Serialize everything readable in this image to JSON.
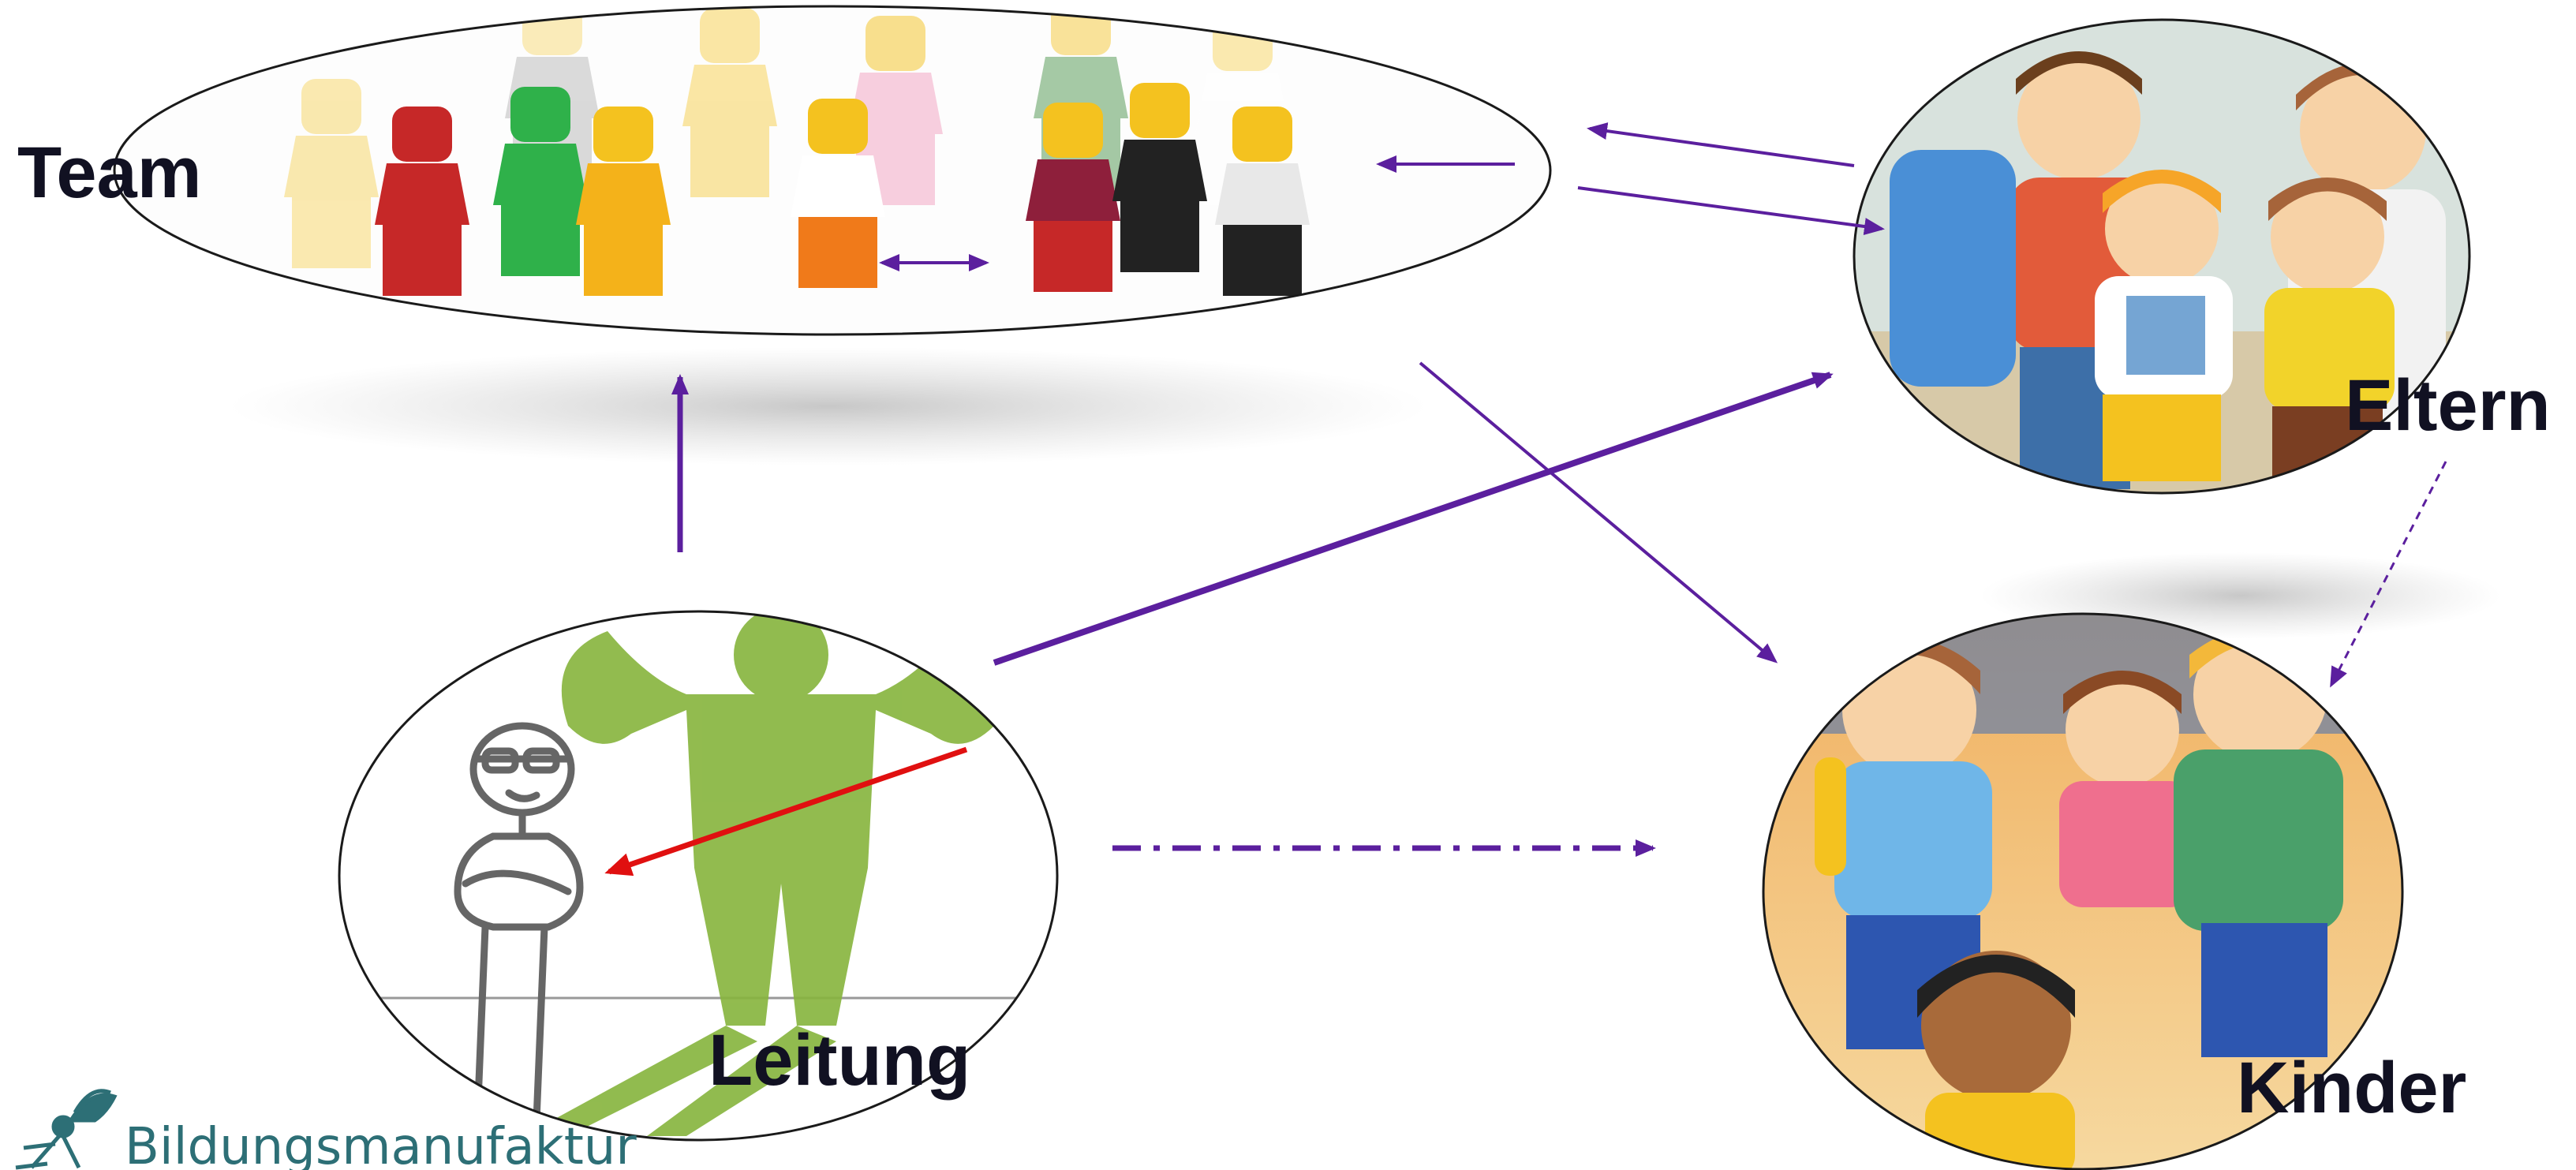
{
  "nodes": {
    "team": {
      "label": "Team",
      "image": "lego-minifigures-group"
    },
    "eltern": {
      "label": "Eltern",
      "image": "playmobil-family-adults"
    },
    "kinder": {
      "label": "Kinder",
      "image": "playmobil-children"
    },
    "leitung": {
      "label": "Leitung",
      "image": "stick-figure-with-strong-shadow"
    }
  },
  "edges": [
    {
      "from": "leitung",
      "to": "team",
      "style": "solid-thick"
    },
    {
      "from": "leitung",
      "to": "eltern",
      "style": "solid-thick"
    },
    {
      "from": "leitung",
      "to": "kinder",
      "style": "dash-dot"
    },
    {
      "from": "team",
      "to": "eltern",
      "style": "solid-thin"
    },
    {
      "from": "eltern",
      "to": "team",
      "style": "solid-thin"
    },
    {
      "from": "team",
      "to": "kinder",
      "style": "solid-thin"
    },
    {
      "from": "eltern",
      "to": "kinder",
      "style": "dotted"
    },
    {
      "from": "team",
      "to": "team",
      "style": "double-headed"
    },
    {
      "from": "team",
      "to": "team",
      "style": "solid-thin"
    },
    {
      "from": "leitung",
      "to": "leitung",
      "style": "red"
    }
  ],
  "logo": {
    "text": "Bildungsmanufaktur",
    "icon": "umbrella-figure-icon"
  },
  "colors": {
    "arrow": "#5b1f9e",
    "red_arrow": "#e01010",
    "label": "#111122",
    "brand": "#2d6f76",
    "figure_green": "#86b43c"
  }
}
